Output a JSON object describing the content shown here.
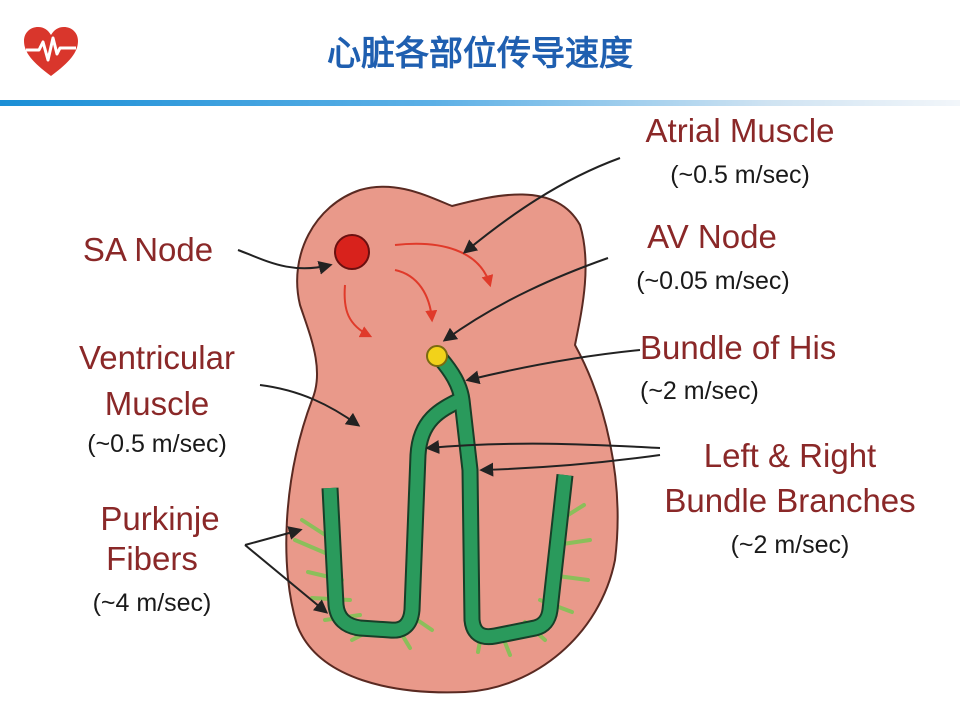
{
  "title": "心脏各部位传导速度",
  "logo_icon": "heart-ecg-icon",
  "colors": {
    "title": "#1f5fb0",
    "heart_fill": "#e9998a",
    "heart_stroke": "#5a2a22",
    "sa_node": "#d8221c",
    "av_node": "#f2d21a",
    "bundle": "#2a9a5c",
    "purkinje": "#8bbf5a",
    "label_name": "#8a2828",
    "label_speed": "#1a1a1a"
  },
  "labels": {
    "atrial_muscle": {
      "name": "Atrial Muscle",
      "speed": "(~0.5 m/sec)"
    },
    "sa_node": {
      "name": "SA Node"
    },
    "av_node": {
      "name": "AV Node",
      "speed": "(~0.05 m/sec)"
    },
    "bundle_of_his": {
      "name": "Bundle of His",
      "speed": "(~2 m/sec)"
    },
    "ventricular_muscle": {
      "name_line1": "Ventricular",
      "name_line2": "Muscle",
      "speed": "(~0.5 m/sec)"
    },
    "bundle_branches": {
      "name_line1": "Left & Right",
      "name_line2": "Bundle Branches",
      "speed": "(~2 m/sec)"
    },
    "purkinje_fibers": {
      "name_line1": "Purkinje",
      "name_line2": "Fibers",
      "speed": "(~4 m/sec)"
    }
  }
}
